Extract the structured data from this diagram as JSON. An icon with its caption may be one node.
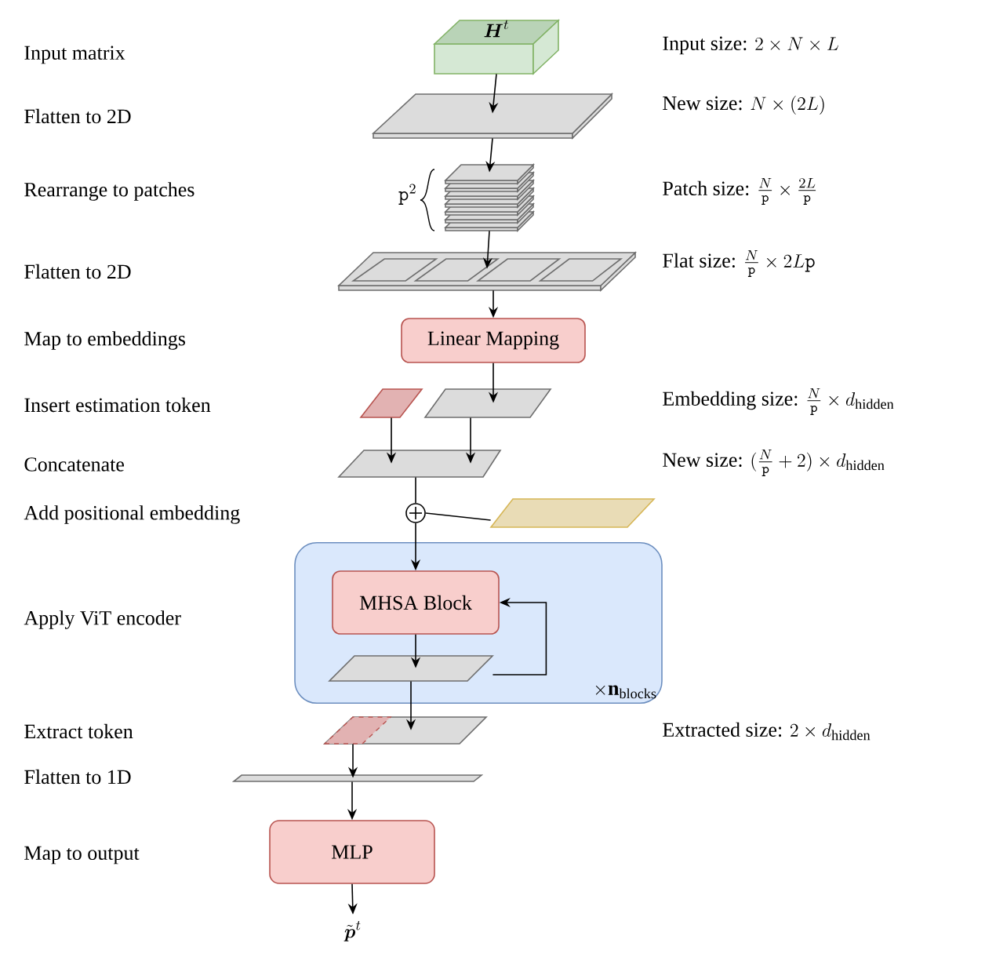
{
  "diagram": {
    "nodes": [
      {
        "text": [
          "\\boldsymbol{H}^{t}"
        ]
      },
      {
        "text": [],
        "shape": "parallelogram"
      },
      {
        "text": [],
        "shape": "parallelogram",
        "beside": [
          "\\mathtt{p}^{2}"
        ]
      },
      {
        "text": [],
        "shape": "parallelogram"
      },
      {
        "text": [
          "Linear Mapping"
        ]
      },
      {
        "text": [],
        "shape": "parallelogram"
      },
      {
        "text": [],
        "shape": "parallelogram"
      },
      {
        "text": [],
        "shape": "parallelogram"
      },
      {
        "text": [],
        "shape": "circle"
      },
      {
        "text": [],
        "shape": "parallelogram"
      },
      {
        "text": [
          "\\times\\mathbf{n}_{\\text{blocks}}"
        ]
      },
      {
        "text": [
          "MHSA Block"
        ],
        "in": 10
      },
      {
        "text": [],
        "shape": "parallelogram",
        "in": 10
      },
      {
        "text": [],
        "shape": "parallelogram"
      },
      {
        "text": [],
        "shape": "parallelogram"
      },
      {
        "text": [
          "MLP"
        ]
      },
      {
        "text": [
          "\\tilde{\\boldsymbol{p}}^{t}"
        ]
      }
    ],
    "edges": [
      {
        "from": 0,
        "to": 1,
        "arrow": "to"
      },
      {
        "from": 1,
        "to": 2,
        "arrow": "to"
      },
      {
        "from": 2,
        "to": 3,
        "arrow": "to"
      },
      {
        "from": 3,
        "to": 4,
        "arrow": "to"
      },
      {
        "from": 4,
        "to": 6,
        "arrow": "to"
      },
      {
        "from": 5,
        "to": 7,
        "arrow": "to"
      },
      {
        "from": 6,
        "to": 7,
        "arrow": "to"
      },
      {
        "from": 7,
        "to": 8,
        "arrow": "none"
      },
      {
        "from": 9,
        "to": 8,
        "arrow": "none"
      },
      {
        "from": 8,
        "to": 11,
        "arrow": "to"
      },
      {
        "from": 11,
        "to": 12,
        "arrow": "to"
      },
      {
        "from": 12,
        "to": 11,
        "arrow": "to"
      },
      {
        "from": 12,
        "to": 13,
        "arrow": "to"
      },
      {
        "from": 13,
        "to": 14,
        "arrow": "to"
      },
      {
        "from": 14,
        "to": 15,
        "arrow": "to"
      },
      {
        "from": 15,
        "to": 16,
        "arrow": "to"
      }
    ],
    "labels": [
      "Input matrix",
      "\\text{Input size: }2\\times N\\times L",
      "Flatten to 2D",
      "\\text{New size: }N\\times(2L)",
      "Rearrange to patches",
      "\\text{Patch size: }\\frac{N}{\\mathtt{p}}\\times\\frac{2L}{\\mathtt{p}}",
      "Flatten to 2D",
      "\\text{Flat size: }\\frac{N}{\\mathtt{p}}\\times 2L\\mathtt{p}",
      "Map to embeddings",
      "Insert estimation token",
      "\\text{Embedding size: }\\frac{N}{\\mathtt{p}}\\times d_{\\text{hidden}}",
      "Concatenate",
      "\\text{New size: }(\\frac{N}{\\mathtt{p}}+2)\\times d_{\\text{hidden}}",
      "Add positional embedding",
      "Apply ViT encoder",
      "Extract token",
      "\\text{Extracted size: }2\\times d_{\\text{hidden}}",
      "Flatten to 1D",
      "Map to output"
    ]
  }
}
